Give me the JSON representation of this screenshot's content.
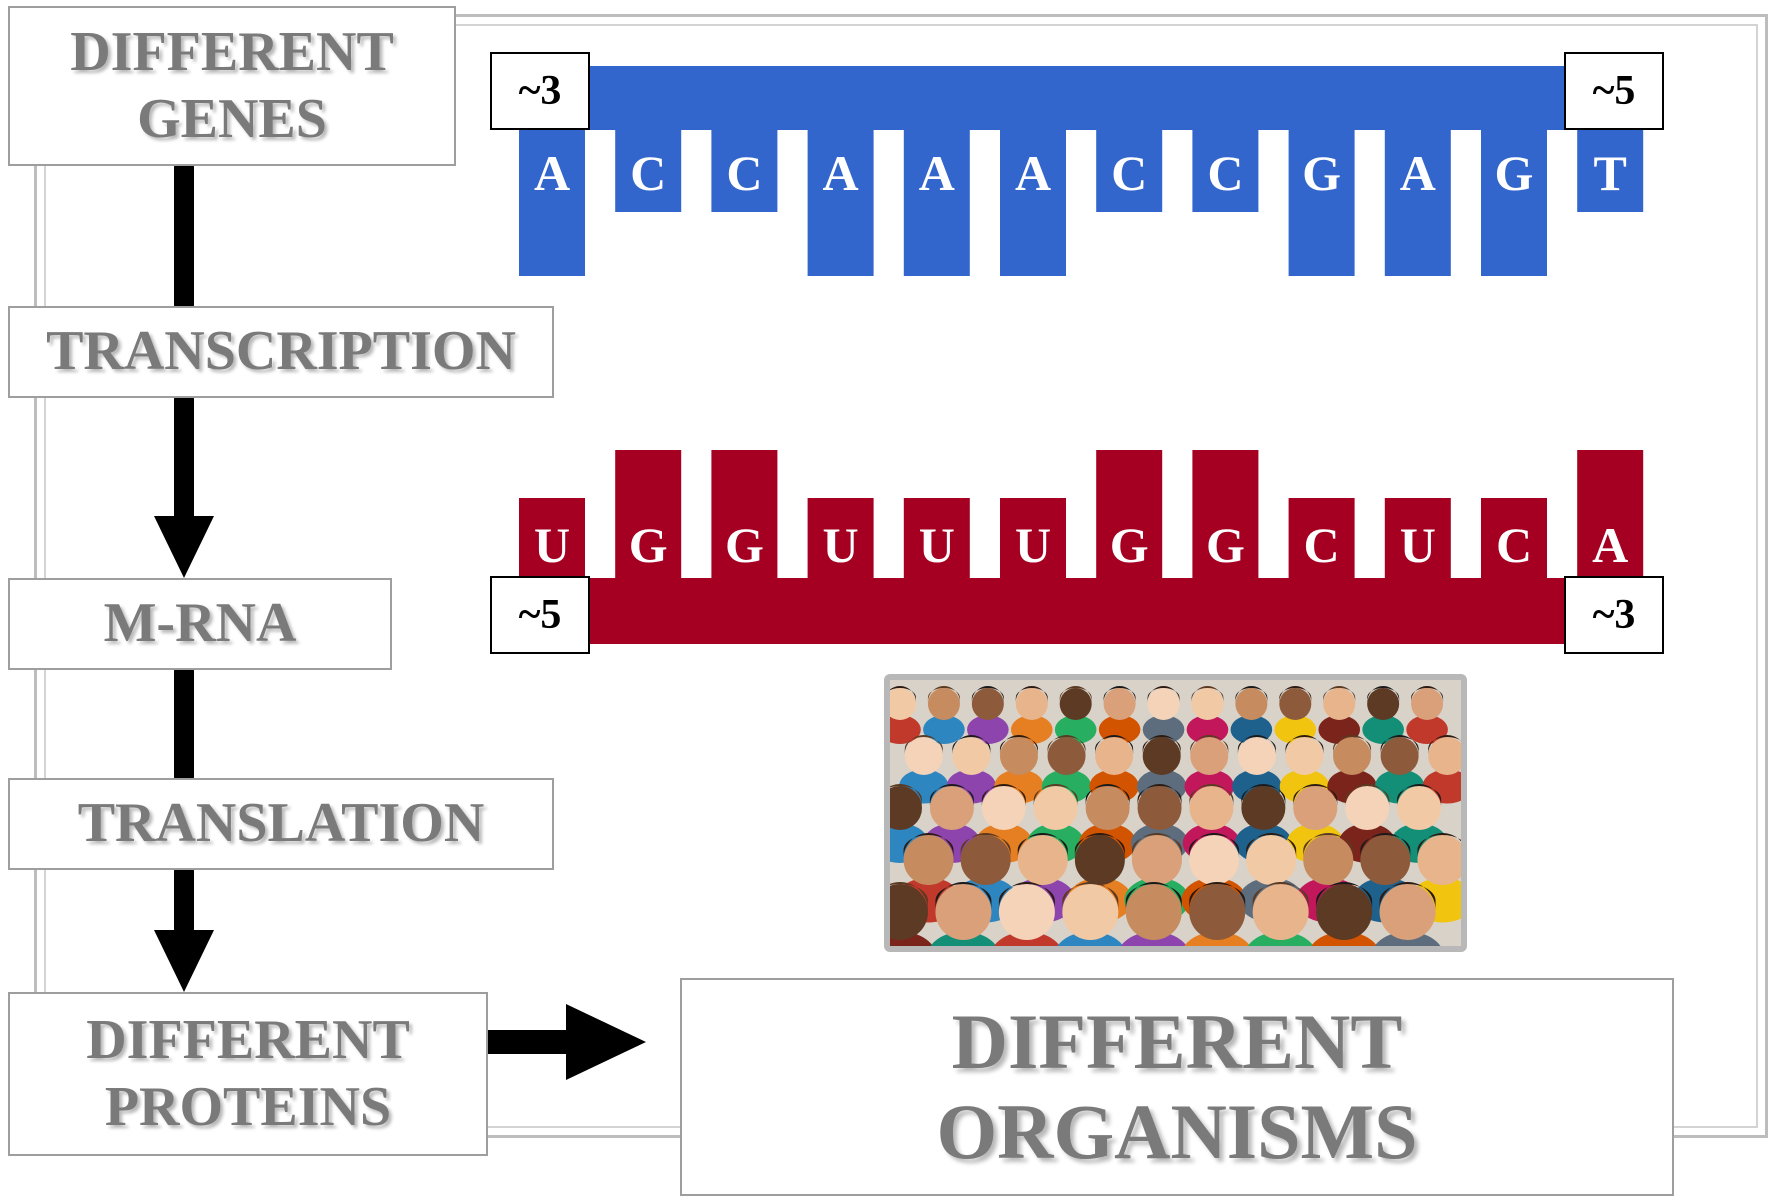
{
  "flow": {
    "genes": {
      "line1": "DIFFERENT",
      "line2": "GENES"
    },
    "transcription": "TRANSCRIPTION",
    "mrna": "M-RNA",
    "translation": "TRANSLATION",
    "proteins": {
      "line1": "DIFFERENT",
      "line2": "PROTEINS"
    },
    "organisms": {
      "line1": "DIFFERENT",
      "line2": "ORGANISMS"
    }
  },
  "dna": {
    "color": "#3366cc",
    "left_end": "~3",
    "right_end": "~5",
    "bases": [
      "A",
      "C",
      "C",
      "A",
      "A",
      "A",
      "C",
      "C",
      "G",
      "A",
      "G",
      "T"
    ]
  },
  "mrna_strand": {
    "color": "#a50021",
    "left_end": "~5",
    "right_end": "~3",
    "bases": [
      "U",
      "G",
      "G",
      "U",
      "U",
      "U",
      "G",
      "G",
      "C",
      "U",
      "C",
      "A"
    ]
  },
  "photo": {
    "icon": "crowd-photo-icon"
  }
}
